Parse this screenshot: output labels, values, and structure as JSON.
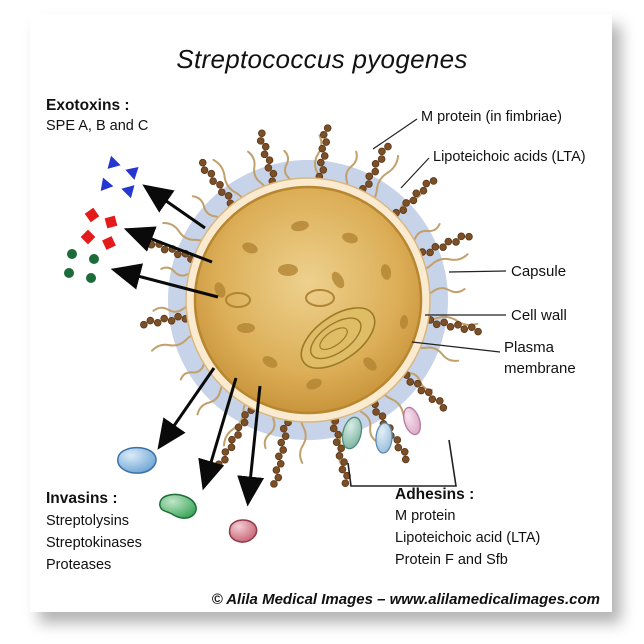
{
  "title": "Streptococcus pyogenes",
  "callouts": {
    "m_protein": "M protein (in fimbriae)",
    "lta": "Lipoteichoic acids (LTA)",
    "capsule": "Capsule",
    "cell_wall": "Cell wall",
    "plasma_membrane": "Plasma membrane"
  },
  "exotoxins": {
    "heading": "Exotoxins :",
    "subtitle": "SPE A, B and C"
  },
  "invasins": {
    "heading": "Invasins :",
    "items": [
      "Streptolysins",
      "Streptokinases",
      "Proteases"
    ]
  },
  "adhesins": {
    "heading": "Adhesins :",
    "items": [
      "M protein",
      "Lipoteichoic acid (LTA)",
      "Protein F and Sfb"
    ]
  },
  "footer": "© Alila Medical Images  –  www.alilamedicalimages.com",
  "icons": {
    "exotoxin_particles": "triangle-diamond-dot-icons",
    "arrows": "black-arrow-icon",
    "bracket": "grouping-bracket-icon"
  },
  "colors": {
    "capsule": "#c6d3e9",
    "cell_wall": "#f9ead0",
    "cytoplasm_outer": "#c48f35",
    "cytoplasm_stroke": "#b8862f",
    "spot": "#b28433",
    "fimbria": "#c2a06b",
    "bead": "#7d4f26",
    "bead_stroke": "#59371a",
    "exotoxin_triangle": "#2637cf",
    "exotoxin_diamond": "#e31b1b",
    "exotoxin_dot": "#1c6b3a",
    "invasin_blue": "#5e9bd0",
    "invasin_green": "#2f9e4e",
    "invasin_red": "#c05565",
    "adhesin_teal": "#6fae9a",
    "adhesin_blue": "#8fb8d8",
    "adhesin_pink": "#d8a0c0",
    "arrow": "#0a0a0a",
    "line": "#222222"
  }
}
